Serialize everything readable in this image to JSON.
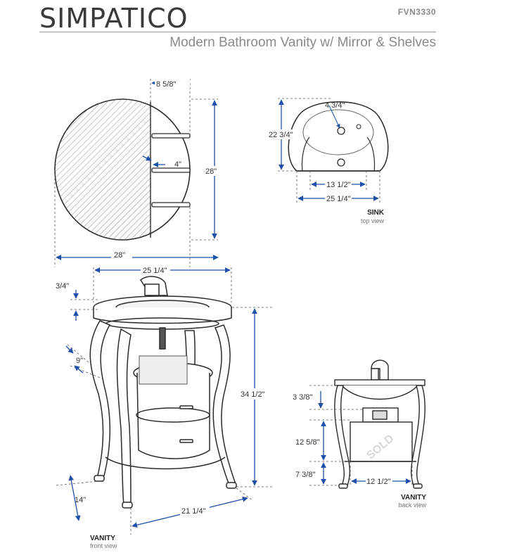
{
  "header": {
    "title": "SIMPATICO",
    "model": "FVN3330",
    "subtitle": "Modern Bathroom Vanity w/ Mirror & Shelves"
  },
  "mirror": {
    "depth_dim": "8 5/8\"",
    "shelf_dim": "4\"",
    "height_dim": "28\"",
    "width_dim": "28\""
  },
  "sink": {
    "hole_dim": "4 3/4\"",
    "depth_dim": "22 3/4\"",
    "inner_dim": "13 1/2\"",
    "width_dim": "25 1/4\"",
    "label": "SINK",
    "sublabel": "top view"
  },
  "vanity_front": {
    "top_width_dim": "25 1/4\"",
    "top_thickness_dim": "3/4\"",
    "offset_dim": "9\"",
    "height_dim": "34 1/2\"",
    "depth_dim": "14\"",
    "base_dim": "21 1/4\"",
    "label": "VANITY",
    "sublabel": "front view"
  },
  "vanity_back": {
    "dim_a": "3 3/8\"",
    "dim_b": "12 5/8\"",
    "dim_c": "7 3/8\"",
    "dim_d": "12 1/2\"",
    "watermark": "SOLD",
    "label": "VANITY",
    "sublabel": "back view"
  },
  "colors": {
    "line": "#2b2b2b",
    "dimension": "#1f4fa8",
    "extension": "#555555"
  }
}
